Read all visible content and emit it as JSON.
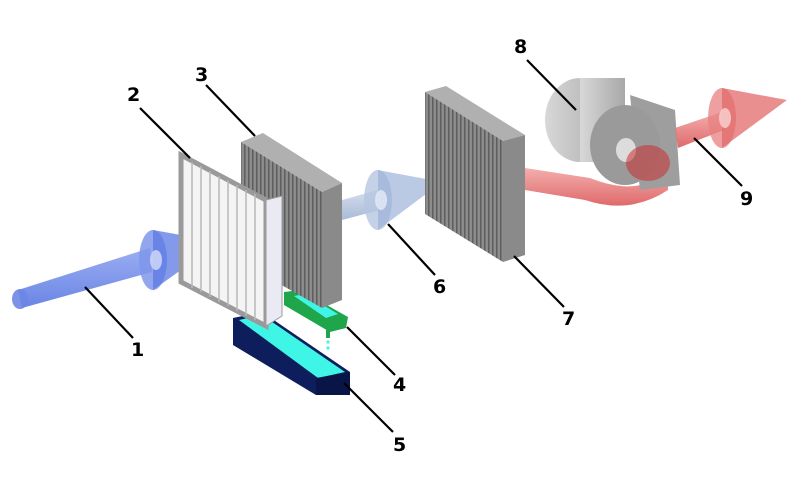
{
  "diagram": {
    "type": "air handling unit schematic",
    "colors": {
      "intake_air": "#4f6fe0",
      "treated_air": "#9fb4d6",
      "exhaust_air": "#e05a5a",
      "filter_gray": "#8a8a8a",
      "drip_tray": "#1fa64a",
      "water": "#3ff5e6",
      "tank": "#0e1d5c",
      "fan_gray": "#bdbdbd"
    },
    "callouts": [
      {
        "number": "1",
        "component": "intake-air-flow"
      },
      {
        "number": "2",
        "component": "pleated-pre-filter"
      },
      {
        "number": "3",
        "component": "cooling-coil"
      },
      {
        "number": "4",
        "component": "drip-tray"
      },
      {
        "number": "5",
        "component": "water-tank"
      },
      {
        "number": "6",
        "component": "treated-air-flow"
      },
      {
        "number": "7",
        "component": "fine-filter"
      },
      {
        "number": "8",
        "component": "centrifugal-fan"
      },
      {
        "number": "9",
        "component": "supply-air-flow"
      }
    ]
  }
}
